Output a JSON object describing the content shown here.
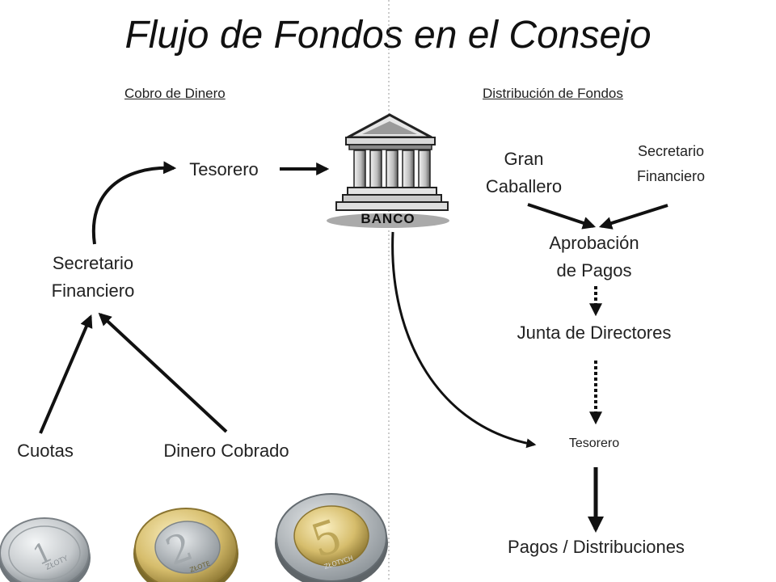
{
  "title": "Flujo de Fondos en el Consejo",
  "sections": {
    "left": "Cobro de Dinero",
    "right": "Distribución de Fondos"
  },
  "left_flow": {
    "tesorero": "Tesorero",
    "secretario_line1": "Secretario",
    "secretario_line2": "Financiero",
    "cuotas": "Cuotas",
    "dinero_cobrado": "Dinero Cobrado"
  },
  "bank": {
    "label": "BANCO"
  },
  "right_flow": {
    "gran_line1": "Gran",
    "gran_line2": "Caballero",
    "secretario_line1": "Secretario",
    "secretario_line2": "Financiero",
    "aprobacion_line1": "Aprobación",
    "aprobacion_line2": "de Pagos",
    "junta": "Junta de Directores",
    "tesorero": "Tesorero",
    "pagos": "Pagos / Distribuciones"
  },
  "coins": [
    {
      "name": "coin-1-zloty",
      "numeral": "1",
      "text": "ZŁOTY"
    },
    {
      "name": "coin-2-zlote",
      "numeral": "2",
      "text": "ZŁOTE"
    },
    {
      "name": "coin-5-zlotych",
      "numeral": "5",
      "text": "ZŁOTYCH"
    }
  ],
  "colors": {
    "arrow": "#111111",
    "divider": "#999999",
    "coin_silver": "#c9ccce",
    "coin_gold": "#d8c27a",
    "coin_dark": "#8e9499"
  }
}
